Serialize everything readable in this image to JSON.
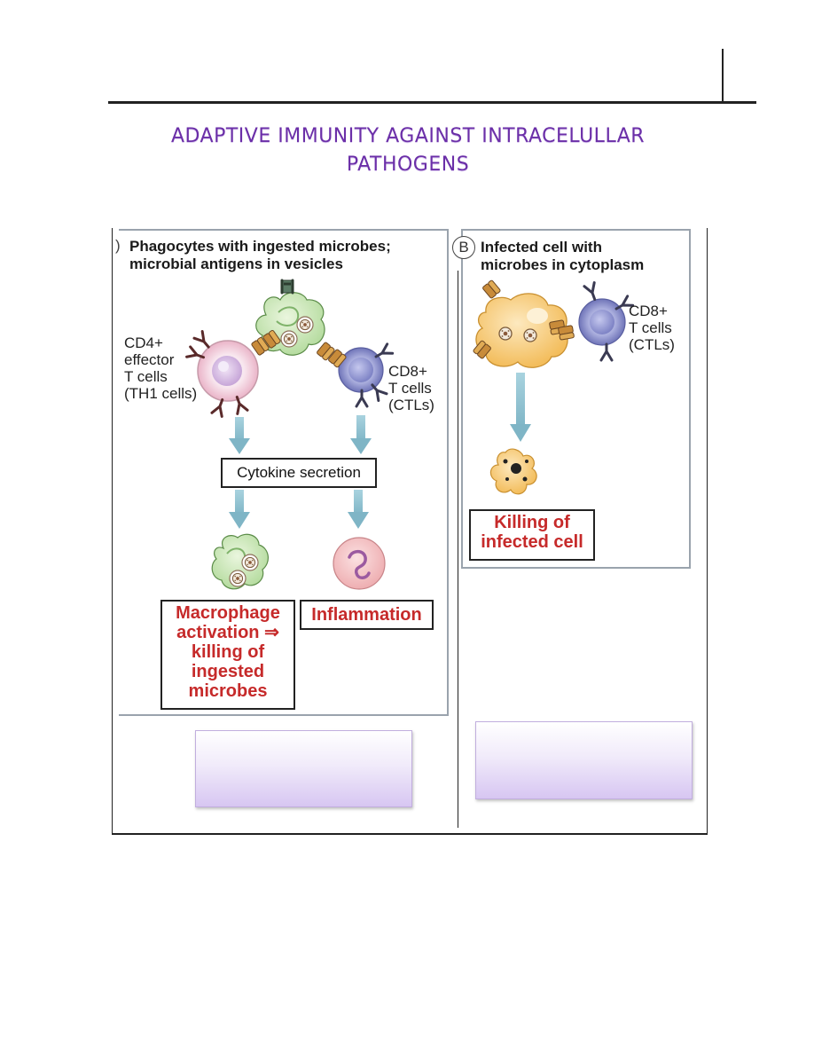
{
  "title": {
    "line1": "ADAPTIVE IMMUNITY AGAINST INTRACELULLAR",
    "line2": "PATHOGENS"
  },
  "panel_a": {
    "marker": ")",
    "heading_line1": "Phagocytes with ingested microbes;",
    "heading_line2": "microbial antigens in vesicles",
    "cd4_line1": "CD4+",
    "cd4_line2": "effector",
    "cd4_line3": "T cells",
    "cd4_line4": "(TH1 cells)",
    "cd8_line1": "CD8+",
    "cd8_line2": "T cells",
    "cd8_line3": "(CTLs)",
    "cytokine_box": "Cytokine secretion",
    "macrophage_line1": "Macrophage",
    "macrophage_line2": "activation ⇒",
    "macrophage_line3": "killing of",
    "macrophage_line4": "ingested",
    "macrophage_line5": "microbes",
    "inflammation_box": "Inflammation"
  },
  "panel_b": {
    "badge": "B",
    "heading_line1": "Infected cell with",
    "heading_line2": "microbes in cytoplasm",
    "cd8_line1": "CD8+",
    "cd8_line2": "T cells",
    "cd8_line3": "(CTLs)",
    "killing_line1": "Killing of",
    "killing_line2": "infected cell"
  },
  "colors": {
    "title": "#6b2fa8",
    "outcome_text": "#c62a2a",
    "arrow": "#8fc0cf",
    "macrophage": "#c9e6b8",
    "cd4_cell": "#f7dde6",
    "cd8_cell": "#9ea2d8",
    "infected_cell": "#f8cf7e",
    "note_box": "#d7c6f2"
  }
}
